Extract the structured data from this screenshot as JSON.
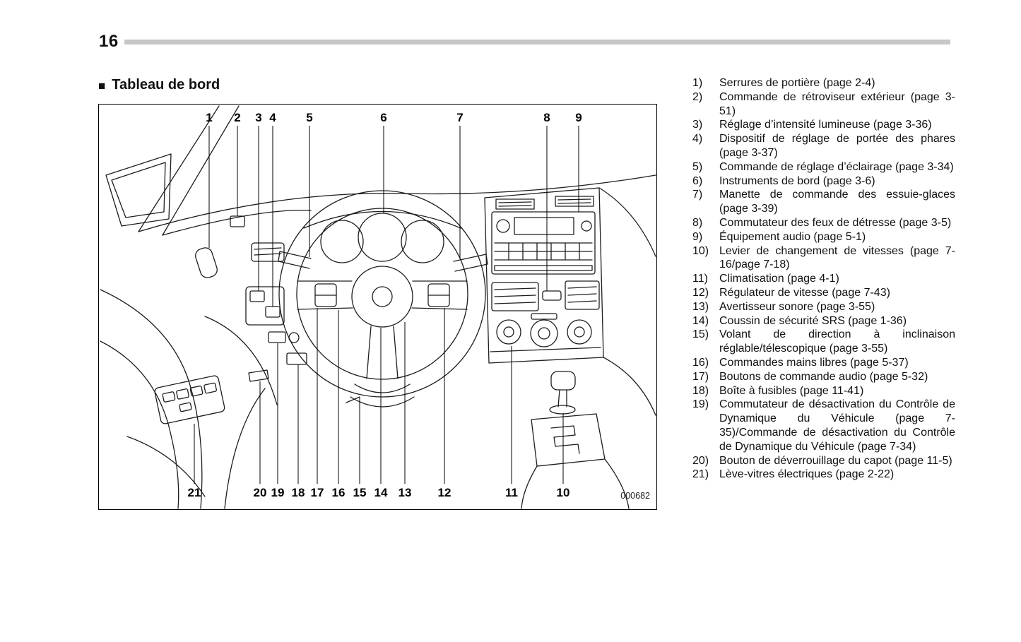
{
  "page": {
    "number": "16",
    "section_marker": "■",
    "section_title": "Tableau de bord"
  },
  "diagram": {
    "figure_id": "000682",
    "callouts_top": [
      "1",
      "2",
      "3",
      "4",
      "5",
      "6",
      "7",
      "8",
      "9"
    ],
    "callouts_bottom": [
      "21",
      "20",
      "19",
      "18",
      "17",
      "16",
      "15",
      "14",
      "13",
      "12",
      "11",
      "10"
    ]
  },
  "legend": {
    "items": [
      {
        "num": "1)",
        "text": "Serrures de portière (page 2-4)"
      },
      {
        "num": "2)",
        "text": "Commande de rétroviseur extérieur (page 3-51)"
      },
      {
        "num": "3)",
        "text": "Réglage d’intensité lumineuse (page 3-36)"
      },
      {
        "num": "4)",
        "text": "Dispositif de réglage de portée des phares (page 3-37)"
      },
      {
        "num": "5)",
        "text": "Commande de réglage d’éclairage (page 3-34)"
      },
      {
        "num": "6)",
        "text": "Instruments de bord (page 3-6)"
      },
      {
        "num": "7)",
        "text": "Manette de commande des essuie-glaces (page 3-39)"
      },
      {
        "num": "8)",
        "text": "Commutateur des feux de détresse (page 3-5)"
      },
      {
        "num": "9)",
        "text": "Équipement audio (page 5-1)"
      },
      {
        "num": "10)",
        "text": "Levier de changement de vitesses (page 7-16/page 7-18)"
      },
      {
        "num": "11)",
        "text": "Climatisation (page 4-1)"
      },
      {
        "num": "12)",
        "text": "Régulateur de vitesse (page 7-43)"
      },
      {
        "num": "13)",
        "text": "Avertisseur sonore (page 3-55)"
      },
      {
        "num": "14)",
        "text": "Coussin de sécurité SRS (page 1-36)"
      },
      {
        "num": "15)",
        "text": "Volant de direction à inclinaison réglable/télescopique (page 3-55)"
      },
      {
        "num": "16)",
        "text": "Commandes mains libres (page 5-37)"
      },
      {
        "num": "17)",
        "text": "Boutons de commande audio (page 5-32)"
      },
      {
        "num": "18)",
        "text": "Boîte à fusibles (page 11-41)"
      },
      {
        "num": "19)",
        "text": "Commutateur de désactivation du Contrôle de Dynamique du Véhicule (page 7-35)/Commande de désactivation du Contrôle de Dynamique du Véhicule (page 7-34)"
      },
      {
        "num": "20)",
        "text": "Bouton de déverrouillage du capot (page 11-5)"
      },
      {
        "num": "21)",
        "text": "Lève-vitres électriques (page 2-22)"
      }
    ]
  }
}
